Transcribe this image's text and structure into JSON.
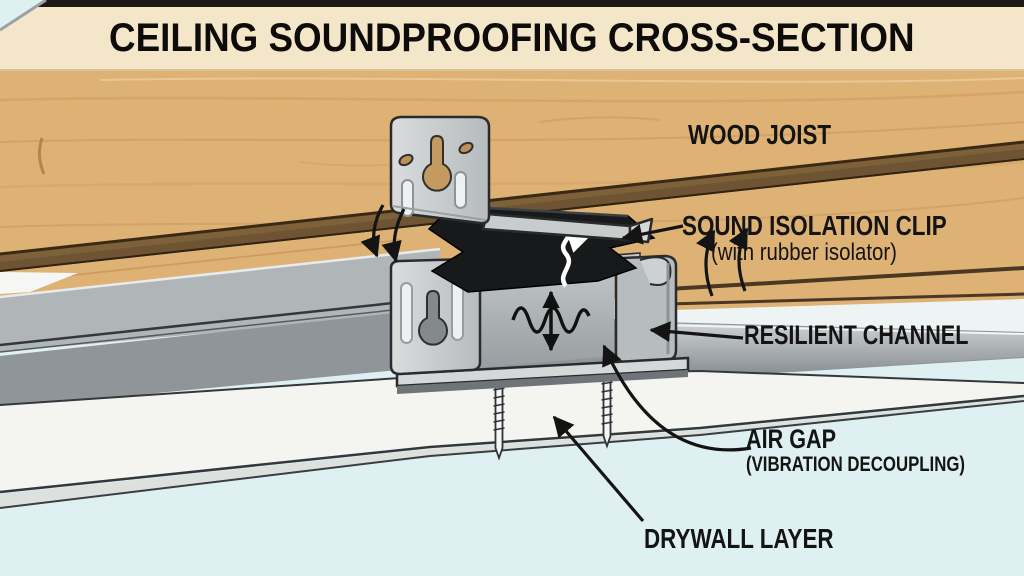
{
  "title": "CEILING SOUNDPROOFING CROSS-SECTION",
  "labels": {
    "wood_joist": "WOOD JOIST",
    "isolation_clip": "SOUND ISOLATION CLIP",
    "isolation_clip_sub": "(with rubber isolator)",
    "resilient_channel": "RESILIENT CHANNEL",
    "air_gap": "AIR GAP",
    "air_gap_sub": "(VIBRATION DECOUPLING)",
    "drywall": "DRYWALL LAYER"
  },
  "colors": {
    "background": "#dff0f2",
    "banner": "#f3e6c9",
    "wood": "#deb175",
    "wood_grain": "#c8955a",
    "joist_edge": "#6e5433",
    "metal_light": "#d5d8d9",
    "metal_mid": "#b0b5b8",
    "metal_dark": "#8f9599",
    "rubber": "#17191b",
    "drywall_face": "#f4f5f1",
    "ink": "#141414"
  }
}
